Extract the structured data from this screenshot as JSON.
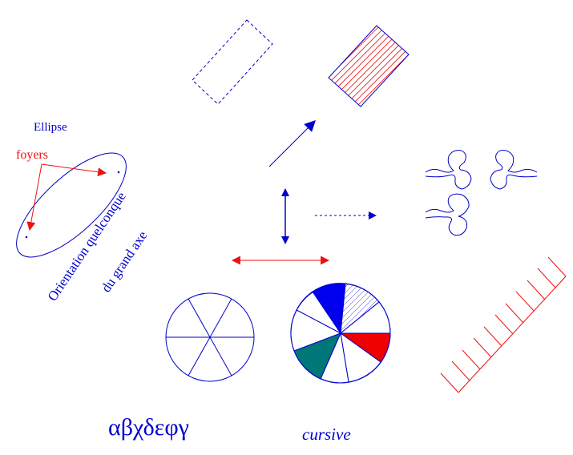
{
  "colors": {
    "blue": "#0000cc",
    "red": "#ee1111",
    "teal": "#007777",
    "background": "#ffffff"
  },
  "labels": {
    "ellipse": "Ellipse",
    "foci": "foyers",
    "major_axis_line1": "Orientation quelconque",
    "major_axis_line2": "du grand axe",
    "greek": "αβχδεφγ",
    "cursive": "cursive"
  }
}
